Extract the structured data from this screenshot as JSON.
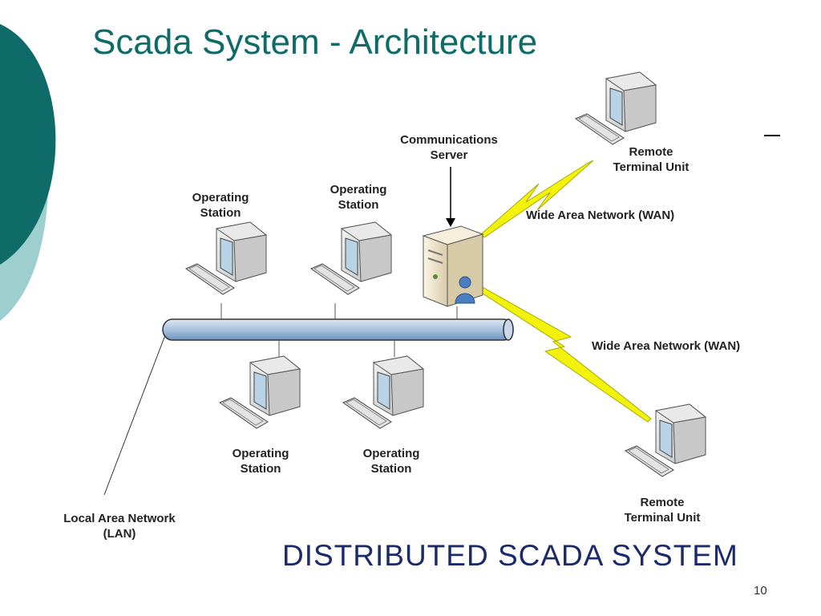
{
  "slide": {
    "title": "Scada System - Architecture",
    "caption": "DISTRIBUTED SCADA SYSTEM",
    "page_number": "10"
  },
  "diagram": {
    "comm_server": {
      "line1": "Communications",
      "line2": "Server"
    },
    "remote_terminal": {
      "line1": "Remote",
      "line2": "Terminal Unit"
    },
    "operating_station": {
      "line1": "Operating",
      "line2": "Station"
    },
    "wan": "Wide Area Network (WAN)",
    "lan": {
      "line1": "Local Area Network",
      "line2": "(LAN)"
    }
  },
  "colors": {
    "title": "#0e6b68",
    "caption": "#1b2a6b",
    "deco_dark": "#0e6b68",
    "deco_light": "#9ecfcf",
    "lightning": "#f2f20a",
    "lan_bus": "#a9c3de"
  }
}
